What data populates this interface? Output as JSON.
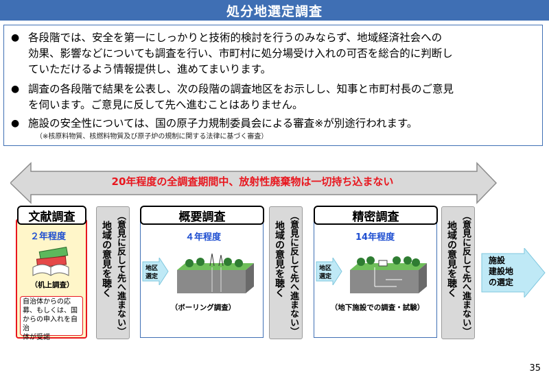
{
  "title": "処分地選定調査",
  "bullets": [
    "各段階では、安全を第一にしっかりと技術的検討を行うのみならず、地域経済社会への効果、影響などについても調査を行い、市町村に処分場受け入れの可否を総合的に判断していただけるよう情報提供し、進めてまいります。",
    "調査の各段階で結果を公表し、次の段階の調査地区をお示しし、知事と市町村長のご意見を伺います。ご意見に反して先へ進むことはありません。",
    "施設の安全性については、国の原子力規制委員会による審査※が別途行われます。"
  ],
  "bullet_lines": [
    [
      "各段階では、安全を第一にしっかりと技術的検討を行うのみならず、地域経済社会への",
      "効果、影響などについても調査を行い、市町村に処分場受け入れの可否を総合的に判断し",
      "ていただけるよう情報提供し、進めてまいります。"
    ],
    [
      "調査の各段階で結果を公表し、次の段階の調査地区をお示しし、知事と市町村長のご意見",
      "を伺います。ご意見に反して先へ進むことはありません。"
    ],
    [
      "施設の安全性については、国の原子力規制委員会による審査※が別途行われます。"
    ]
  ],
  "note": "（※核原料物質、核燃料物質及び原子炉の規制に関する法律に基づく審査）",
  "banner": "20年程度の全調査期間中、放射性廃棄物は一切持ち込まない",
  "stages": [
    {
      "title": "文献調査",
      "period": "２年程度",
      "caption": "（机上調査）"
    },
    {
      "title": "概要調査",
      "period": "４年程度",
      "caption": "（ボーリング調査）"
    },
    {
      "title": "精密調査",
      "period": "14年程度",
      "caption": "（地下施設での調査・試験）"
    }
  ],
  "stage1_note": "自治体からの応募、もしくは、国からの申入れを自治体が受諾",
  "stage1_note_lines": [
    "自治体からの応",
    "募、もしくは、国",
    "からの申入れを自治",
    "体が受諾"
  ],
  "gray_paren": "（意見に反して先へ進まない）",
  "gray_main": "地域の意見を聴く",
  "area_label": [
    "地区",
    "選定"
  ],
  "final": [
    "施設",
    "建設地",
    "の選定"
  ],
  "page_number": "35",
  "colors": {
    "title_bg": "#3f6fb4",
    "banner_text": "#e8161e",
    "period": "#1f4fd1",
    "red_border": "#e8161e"
  }
}
